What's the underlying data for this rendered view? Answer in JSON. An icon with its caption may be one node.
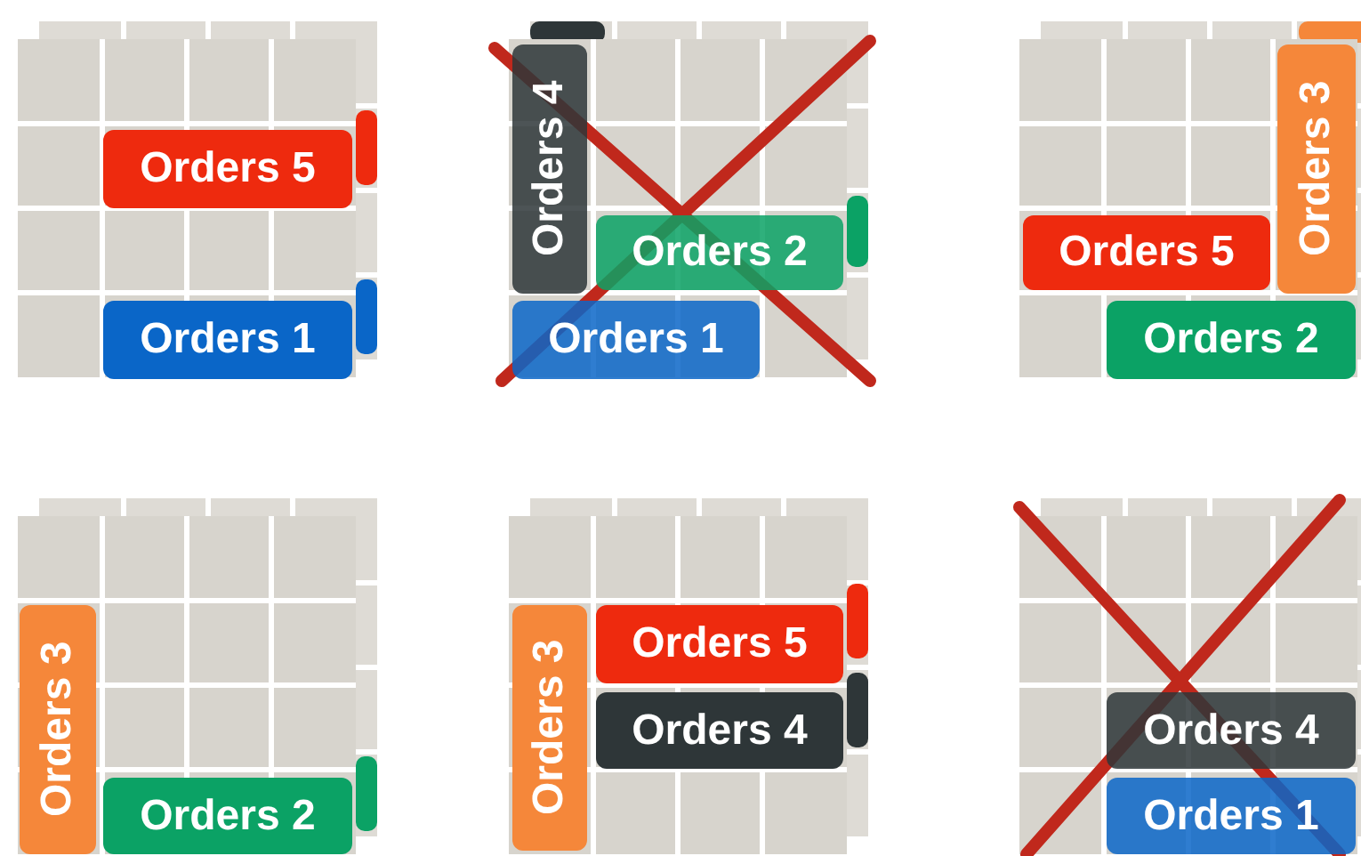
{
  "diagram": {
    "nodes": [
      {
        "text": [
          "Orders 5"
        ]
      },
      {
        "text": [
          "Orders 1"
        ]
      },
      {
        "text": [
          "Orders 4"
        ]
      },
      {
        "text": [
          "Orders 2"
        ]
      },
      {
        "text": [
          "Orders 1"
        ]
      },
      {
        "text": [
          "Orders 3"
        ]
      },
      {
        "text": [
          "Orders 5"
        ]
      },
      {
        "text": [
          "Orders 2"
        ]
      },
      {
        "text": [
          "Orders 3"
        ]
      },
      {
        "text": [
          "Orders 2"
        ]
      },
      {
        "text": [
          "Orders 3"
        ]
      },
      {
        "text": [
          "Orders 5"
        ]
      },
      {
        "text": [
          "Orders 4"
        ]
      },
      {
        "text": [
          "Orders 4"
        ]
      },
      {
        "text": [
          "Orders 1"
        ]
      }
    ]
  }
}
